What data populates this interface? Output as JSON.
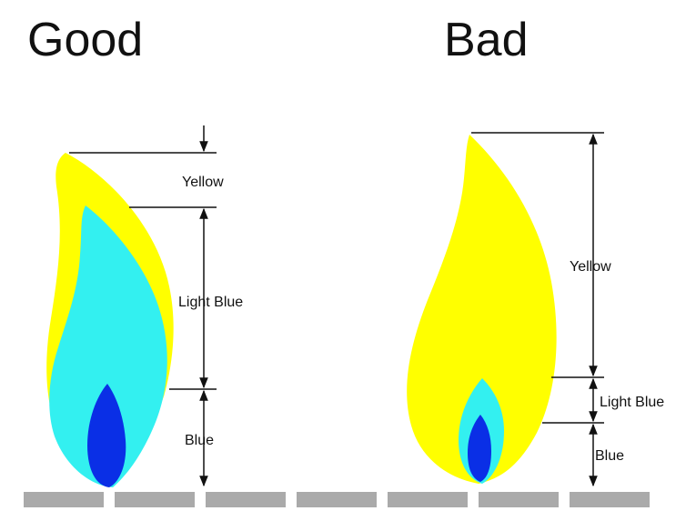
{
  "good": {
    "title": "Good",
    "labels": {
      "yellow": "Yellow",
      "light_blue": "Light Blue",
      "blue": "Blue"
    }
  },
  "bad": {
    "title": "Bad",
    "labels": {
      "yellow": "Yellow",
      "light_blue": "Light Blue",
      "blue": "Blue"
    }
  },
  "colors": {
    "yellow": "#ffff00",
    "light_blue": "#33f0f0",
    "blue": "#0a2fe6",
    "burner": "#aaaaaa",
    "line": "#111111"
  }
}
